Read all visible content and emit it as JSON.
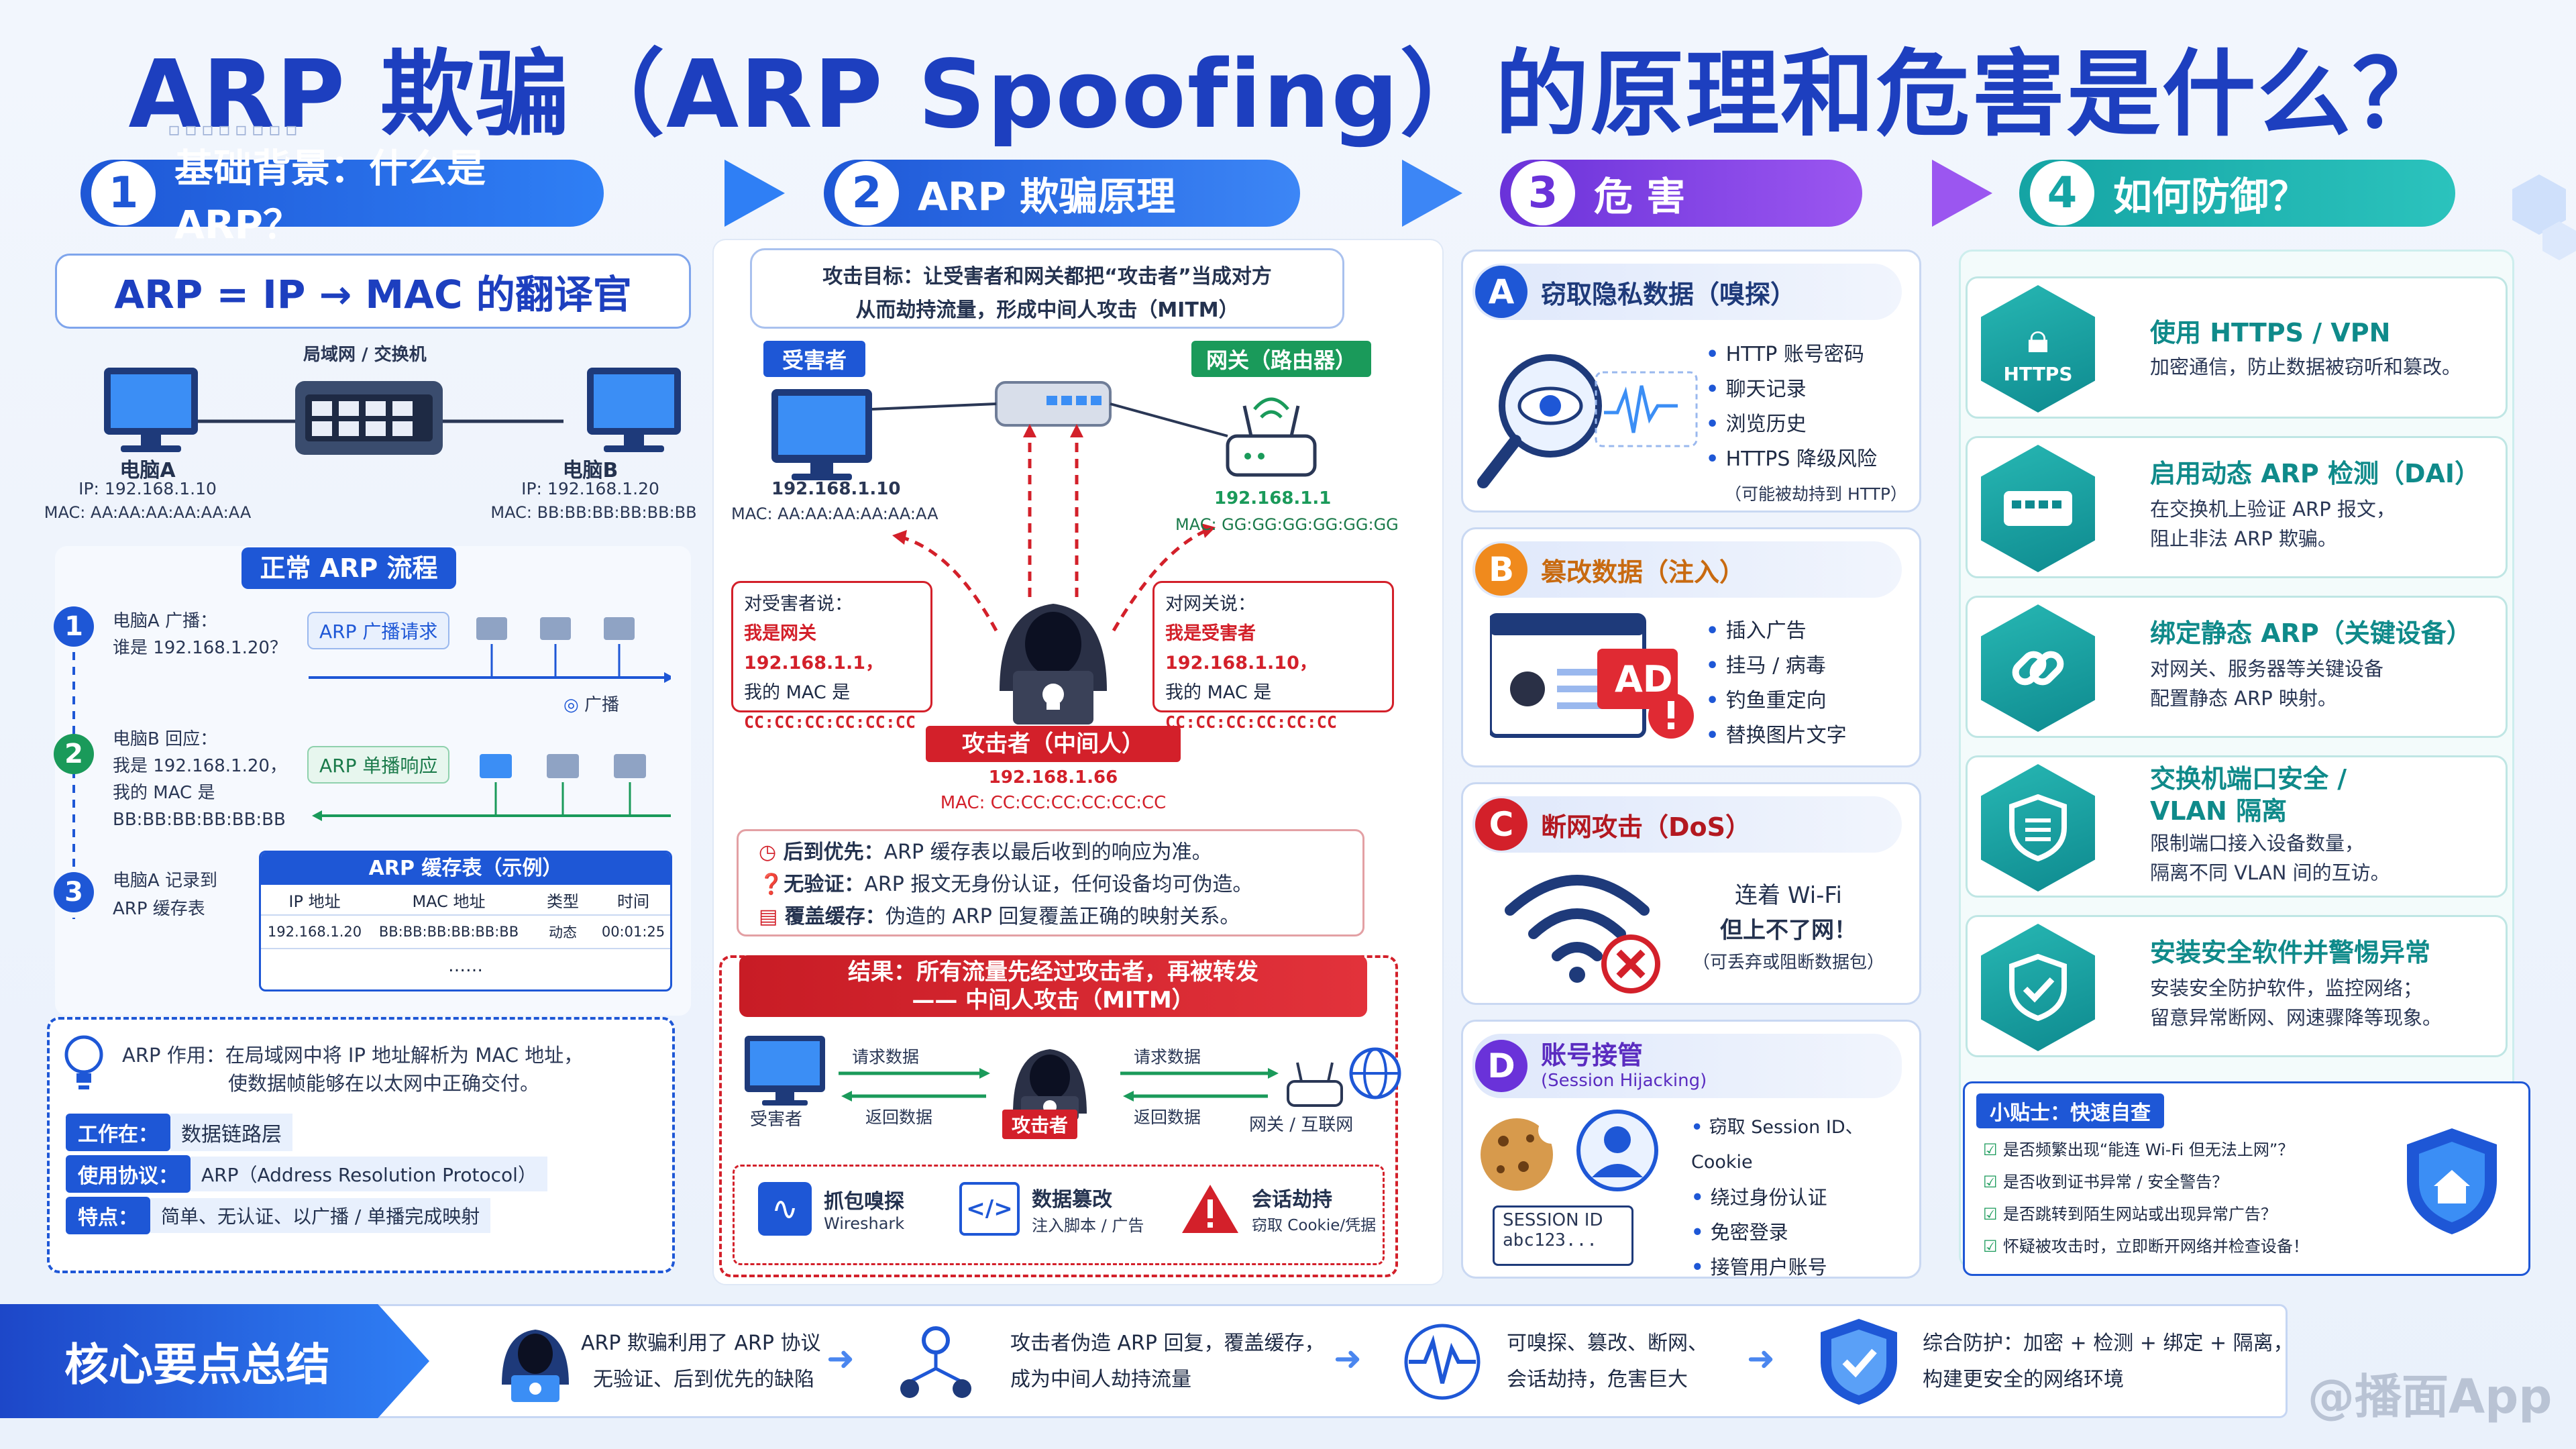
{
  "title": "ARP 欺骗（ARP Spoofing）的原理和危害是什么？",
  "watermark": "@播面App",
  "steps": [
    {
      "num": "1",
      "label": "基础背景：什么是 ARP？"
    },
    {
      "num": "2",
      "label": "ARP 欺骗原理"
    },
    {
      "num": "3",
      "label": "危 害"
    },
    {
      "num": "4",
      "label": "如何防御？"
    }
  ],
  "background": {
    "formula": "ARP = IP → MAC 的翻译官",
    "switch_label": "局域网 / 交换机",
    "pcA": {
      "name": "电脑A",
      "ip": "IP: 192.168.1.10",
      "mac": "MAC: AA:AA:AA:AA:AA:AA"
    },
    "pcB": {
      "name": "电脑B",
      "ip": "IP: 192.168.1.20",
      "mac": "MAC: BB:BB:BB:BB:BB:BB"
    },
    "flow_title": "正常 ARP 流程",
    "flow": [
      {
        "num": "1",
        "text1": "电脑A 广播：",
        "text2": "谁是 192.168.1.20？",
        "tag": "ARP 广播请求",
        "extra": "广播"
      },
      {
        "num": "2",
        "text1": "电脑B 回应：",
        "text2": "我是 192.168.1.20，",
        "text3": "我的 MAC 是",
        "text4": "BB:BB:BB:BB:BB:BB",
        "tag": "ARP 单播响应"
      },
      {
        "num": "3",
        "text1": "电脑A 记录到",
        "text2": "ARP 缓存表"
      }
    ],
    "cache": {
      "title": "ARP 缓存表（示例）",
      "headers": [
        "IP 地址",
        "MAC 地址",
        "类型",
        "时间"
      ],
      "row": [
        "192.168.1.20",
        "BB:BB:BB:BB:BB:BB",
        "动态",
        "00:01:25"
      ],
      "more": "……"
    },
    "info": {
      "text1": "ARP 作用：在局域网中将 IP 地址解析为 MAC 地址，",
      "text2": "使数据帧能够在以太网中正确交付。",
      "layer_k": "工作在：",
      "layer_v": "数据链路层",
      "proto_k": "使用协议：",
      "proto_v": "ARP（Address Resolution Protocol）",
      "feat_k": "特点：",
      "feat_v": "简单、无认证、以广播 / 单播完成映射"
    }
  },
  "principle": {
    "goal1": "攻击目标：让受害者和网关都把“攻击者”当成对方",
    "goal2": "从而劫持流量，形成中间人攻击（MITM）",
    "victim_tag": "受害者",
    "gateway_tag": "网关（路由器）",
    "victim_ip": "192.168.1.10",
    "victim_mac": "MAC: AA:AA:AA:AA:AA:AA",
    "gateway_ip": "192.168.1.1",
    "gateway_mac": "MAC: GG:GG:GG:GG:GG:GG",
    "bubble_left": {
      "l1": "对受害者说：",
      "l2": "我是网关 192.168.1.1，",
      "l3": "我的 MAC 是",
      "l4": "CC:CC:CC:CC:CC:CC"
    },
    "bubble_right": {
      "l1": "对网关说：",
      "l2": "我是受害者 192.168.1.10，",
      "l3": "我的 MAC 是",
      "l4": "CC:CC:CC:CC:CC:CC"
    },
    "attacker_tag": "攻击者（中间人）",
    "attacker_ip": "192.168.1.66",
    "attacker_mac": "MAC: CC:CC:CC:CC:CC:CC",
    "points": [
      {
        "k": "后到优先：",
        "v": "ARP 缓存表以最后收到的响应为准。"
      },
      {
        "k": "无验证：",
        "v": "ARP 报文无身份认证，任何设备均可伪造。"
      },
      {
        "k": "覆盖缓存：",
        "v": "伪造的 ARP 回复覆盖正确的映射关系。"
      }
    ],
    "result1": "结果：所有流量先经过攻击者，再被转发",
    "result2": "—— 中间人攻击（MITM）",
    "mitm": {
      "victim": "受害者",
      "attacker": "攻击者",
      "gateway": "网关 / 互联网",
      "req": "请求数据",
      "ret": "返回数据"
    },
    "tools": [
      {
        "t": "抓包嗅探",
        "s": "Wireshark"
      },
      {
        "t": "数据篡改",
        "s": "注入脚本 / 广告"
      },
      {
        "t": "会话劫持",
        "s": "窃取 Cookie/凭据"
      }
    ]
  },
  "harms": [
    {
      "badge": "A",
      "title": "窃取隐私数据（嗅探）",
      "items": [
        "HTTP 账号密码",
        "聊天记录",
        "浏览历史",
        "HTTPS 降级风险"
      ],
      "note": "（可能被劫持到 HTTP）"
    },
    {
      "badge": "B",
      "title": "篡改数据（注入）",
      "items": [
        "插入广告",
        "挂马 / 病毒",
        "钓鱼重定向",
        "替换图片文字"
      ],
      "ad": "AD"
    },
    {
      "badge": "C",
      "title": "断网攻击（DoS）",
      "l1": "连着 Wi-Fi",
      "l2": "但上不了网！",
      "l3": "（可丢弃或阻断数据包）"
    },
    {
      "badge": "D",
      "title": "账号接管",
      "sub": "(Session Hijacking)",
      "items": [
        "窃取 Session ID、Cookie",
        "绕过身份认证",
        "免密登录",
        "接管用户账号"
      ],
      "session1": "SESSION ID",
      "session2": "abc123..."
    }
  ],
  "defense": [
    {
      "title": "使用 HTTPS / VPN",
      "d1": "加密通信，防止数据被窃听和篡改。",
      "d2": "",
      "icon": "HTTPS"
    },
    {
      "title": "启用动态 ARP 检测（DAI）",
      "d1": "在交换机上验证 ARP 报文，",
      "d2": "阻止非法 ARP 欺骗。"
    },
    {
      "title": "绑定静态 ARP（关键设备）",
      "d1": "对网关、服务器等关键设备",
      "d2": "配置静态 ARP 映射。"
    },
    {
      "title": "交换机端口安全 /",
      "title2": "VLAN 隔离",
      "d1": "限制端口接入设备数量，",
      "d2": "隔离不同 VLAN 间的互访。"
    },
    {
      "title": "安装安全软件并警惕异常",
      "d1": "安装安全防护软件，监控网络；",
      "d2": "留意异常断网、网速骤降等现象。"
    }
  ],
  "tips": {
    "title": "小贴士：快速自查",
    "items": [
      "是否频繁出现“能连 Wi-Fi 但无法上网”？",
      "是否收到证书异常 / 安全警告？",
      "是否跳转到陌生网站或出现异常广告？",
      "怀疑被攻击时，立即断开网络并检查设备！"
    ]
  },
  "summary": {
    "title": "核心要点总结",
    "items": [
      {
        "l1": "ARP 欺骗利用了 ARP 协议",
        "l2": "无验证、后到优先的缺陷"
      },
      {
        "l1": "攻击者伪造 ARP 回复，覆盖缓存，",
        "l2": "成为中间人劫持流量"
      },
      {
        "l1": "可嗅探、篡改、断网、",
        "l2": "会话劫持，危害巨大"
      },
      {
        "l1": "综合防护：加密 + 检测 + 绑定 + 隔离，",
        "l2": "构建更安全的网络环境"
      }
    ]
  },
  "colors": {
    "primary": "#1e57d6",
    "danger": "#d3202a",
    "purple": "#6a32d9",
    "teal": "#15a4a4"
  }
}
